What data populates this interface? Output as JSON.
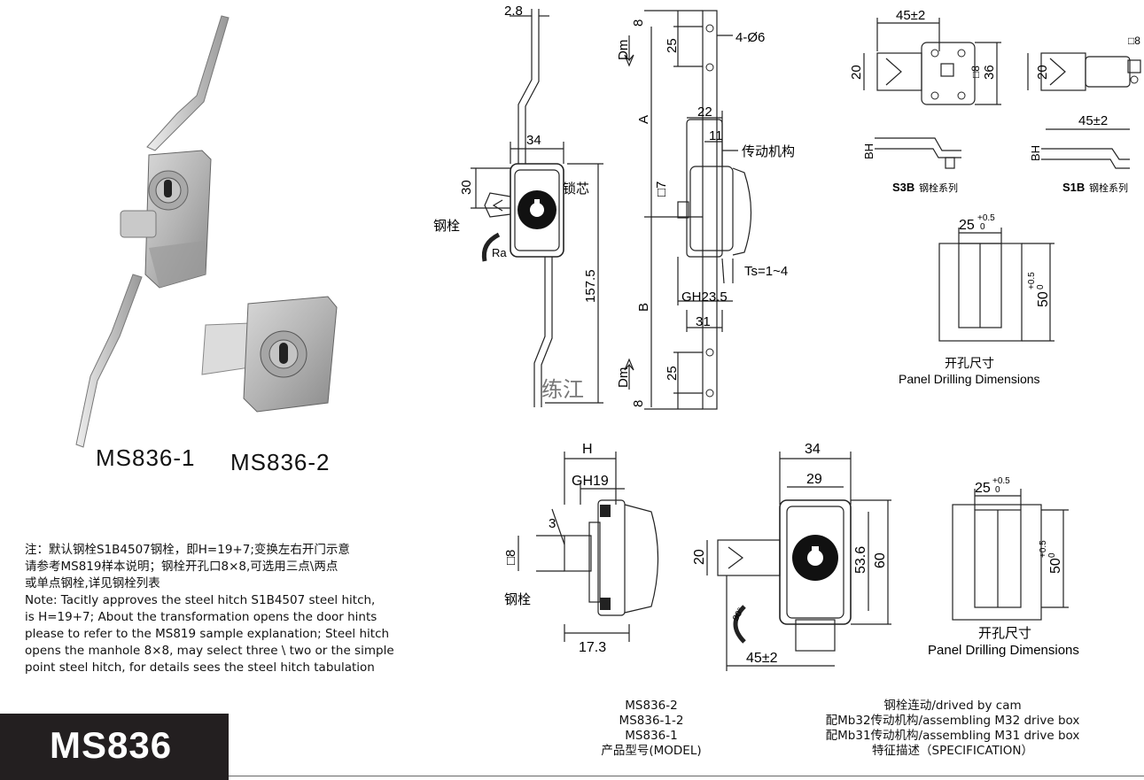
{
  "products": {
    "model1": "MS836-1",
    "model2": "MS836-2"
  },
  "notes": [
    "注：默认钢栓S1B4507钢栓，即H=19+7;变换左右开门示意",
    "请参考MS819样本说明；钢栓开孔口8×8,可选用三点\\两点",
    "或单点钢栓,详见钢栓列表",
    "Note: Tacitly approves the steel hitch S1B4507 steel hitch,",
    " is H=19+7; About the transformation opens the door hints",
    "please to refer to the MS819 sample explanation; Steel hitch",
    "opens the manhole 8×8, may select three \\ two or the simple",
    "point steel hitch, for details sees the steel hitch tabulation"
  ],
  "brand": "MS836",
  "top_drawing": {
    "dims": {
      "d2_8": "2.8",
      "d34": "34",
      "d30": "30",
      "d157_5": "157.5",
      "d8a": "8",
      "d25a": "25",
      "d4phi6": "4-Ø6",
      "d22": "22",
      "d11": "11",
      "d7": "□7",
      "dTs": "Ts=1~4",
      "dGH": "GH23.5",
      "d31": "31",
      "d25b": "25",
      "d8b": "8",
      "A": "A",
      "B": "B",
      "Dm1": "Dm",
      "Dm2": "Dm"
    },
    "labels": {
      "core": "锁芯",
      "bolt": "钢栓",
      "ra": "Ra",
      "drive": "传动机构",
      "watermark": "练江"
    }
  },
  "hitch_drawing": {
    "s3b": {
      "d45": "45±2",
      "d20": "20",
      "d8": "□8",
      "d36": "36",
      "bh": "BH",
      "label": "S3B",
      "series": "钢栓系列"
    },
    "s1b": {
      "d20": "20",
      "d8": "□8",
      "d45": "45±2",
      "bh": "BH",
      "label": "S1B",
      "series": "钢栓系列"
    }
  },
  "panel1": {
    "w": "25",
    "wtol": "+0.5",
    "wtol0": "0",
    "h": "50",
    "htol": "+0.5",
    "htol0": "0",
    "title_cn": "开孔尺寸",
    "title_en": "Panel Drilling Dimensions"
  },
  "bottom_side": {
    "H": "H",
    "GH19": "GH19",
    "d3": "3",
    "d8": "□8",
    "bolt": "钢栓",
    "d17_3": "17.3"
  },
  "bottom_front": {
    "d34": "34",
    "d29": "29",
    "d20": "20",
    "d53_6": "53.6",
    "d60": "60",
    "d45": "45±2",
    "rot": "90°"
  },
  "panel2": {
    "w": "25",
    "wtol": "+0.5",
    "wtol0": "0",
    "h": "50",
    "htol": "+0.5",
    "htol0": "0",
    "title_cn": "开孔尺寸",
    "title_en": "Panel Drilling Dimensions"
  },
  "model_caption": {
    "lines": [
      "MS836-2",
      "MS836-1-2",
      "MS836-1",
      "产品型号(MODEL)"
    ]
  },
  "spec_caption": {
    "lines": [
      "钢栓连动/drived by cam",
      "配Mb32传动机构/assembling M32 drive box",
      "配Mb31传动机构/assembling M31 drive box",
      "特征描述（SPECIFICATION）"
    ]
  }
}
